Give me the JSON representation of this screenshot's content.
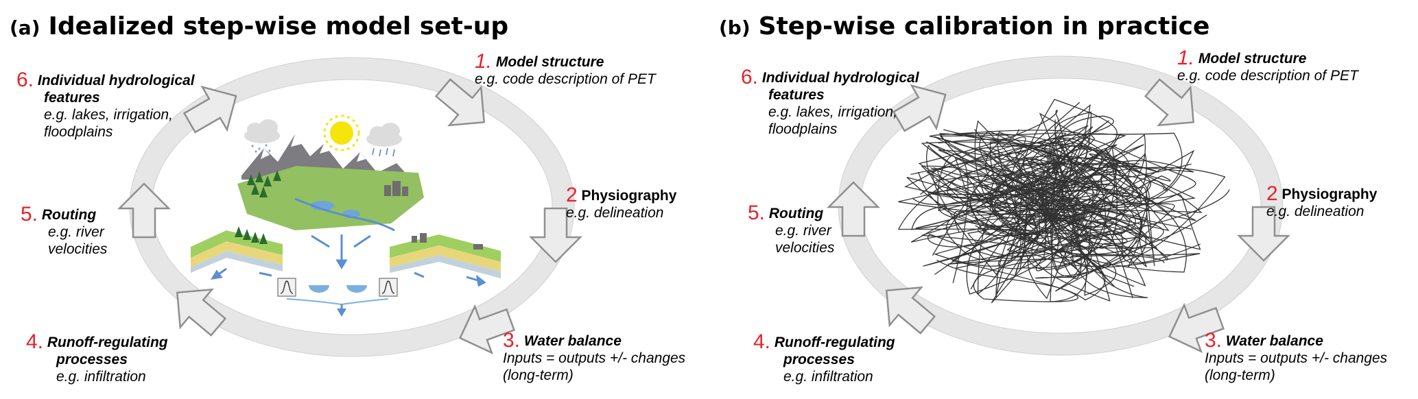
{
  "panel_a": {
    "tag": "(a)",
    "title": "Idealized step-wise model set-up",
    "steps": [
      {
        "num": "1.",
        "title": "Model structure",
        "desc": "e.g. code description of PET"
      },
      {
        "num": "2",
        "title": "Physiography",
        "desc": "e.g. delineation"
      },
      {
        "num": "3.",
        "title": "Water balance",
        "desc1": "Inputs = outputs +/-  changes",
        "desc2": "(long-term)"
      },
      {
        "num": "4.",
        "title1": "Runoff-regulating",
        "title2": "processes",
        "desc": "e.g. infiltration"
      },
      {
        "num": "5.",
        "title": "Routing",
        "desc1": "e.g. river",
        "desc2": "velocities"
      },
      {
        "num": "6.",
        "title1": "Individual hydrological",
        "title2": "features",
        "desc1": "e.g. lakes, irrigation,",
        "desc2": "floodplains"
      }
    ]
  },
  "panel_b": {
    "tag": "(b)",
    "title": "Step-wise calibration in practice",
    "steps": [
      {
        "num": "1.",
        "title": "Model structure",
        "desc": "e.g. code description of PET"
      },
      {
        "num": "2",
        "title": "Physiography",
        "desc": "e.g. delineation"
      },
      {
        "num": "3.",
        "title": "Water balance",
        "desc1": "Inputs = outputs +/-  changes",
        "desc2": "(long-term)"
      },
      {
        "num": "4.",
        "title1": "Runoff-regulating",
        "title2": "processes",
        "desc": "e.g. infiltration"
      },
      {
        "num": "5.",
        "title": "Routing",
        "desc1": "e.g. river",
        "desc2": "velocities"
      },
      {
        "num": "6.",
        "title1": "Individual hydrological",
        "title2": "features",
        "desc1": "e.g. lakes, irrigation,",
        "desc2": "floodplains"
      }
    ]
  },
  "colors": {
    "step_number": "#e8202a",
    "cycle_ring": "#e6e6e6",
    "cycle_arrow_fill": "#ececec",
    "cycle_arrow_stroke": "#8f8f8f",
    "tangle": "#333333"
  }
}
